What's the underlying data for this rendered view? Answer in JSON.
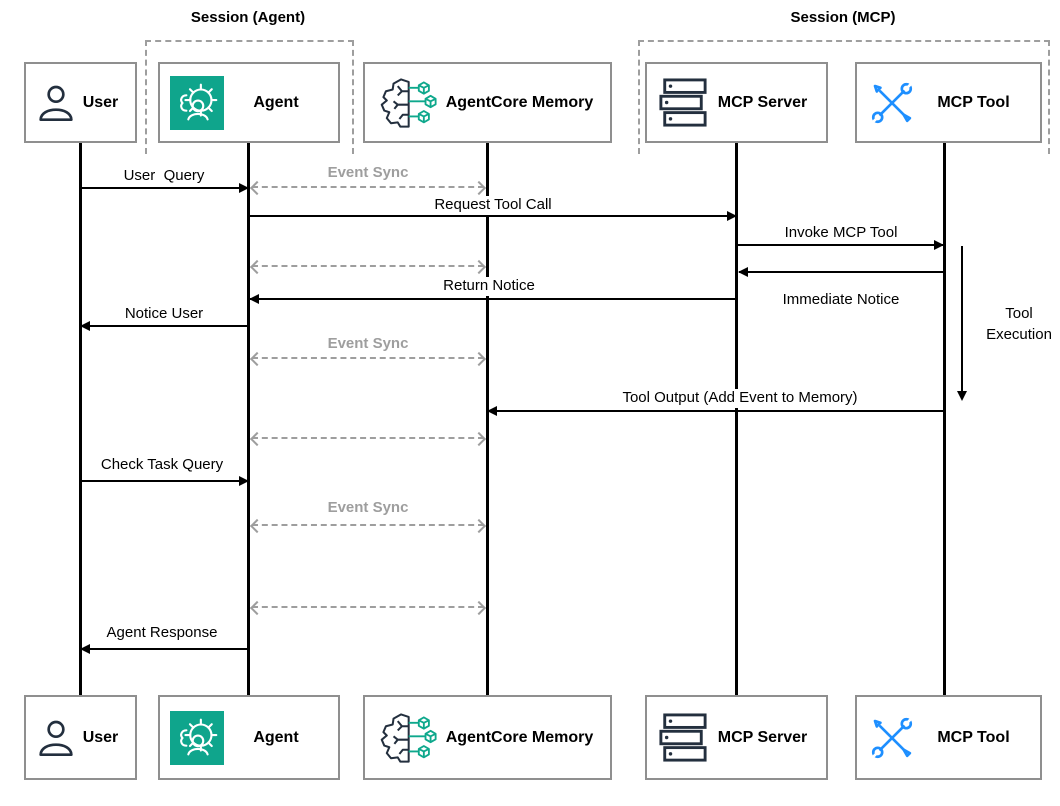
{
  "diagram": {
    "type": "sequence-diagram",
    "sessions": [
      {
        "label": "Session (Agent)",
        "contains": [
          "Agent"
        ]
      },
      {
        "label": "Session (MCP)",
        "contains": [
          "MCP Server",
          "MCP Tool"
        ]
      }
    ],
    "actors": [
      {
        "id": "user",
        "label": "User",
        "icon": "person-icon"
      },
      {
        "id": "agent",
        "label": "Agent",
        "icon": "agent-brain-gear-icon"
      },
      {
        "id": "memory",
        "label": "AgentCore Memory",
        "icon": "brain-cubes-icon"
      },
      {
        "id": "mcp_server",
        "label": "MCP Server",
        "icon": "server-stack-icon"
      },
      {
        "id": "mcp_tool",
        "label": "MCP Tool",
        "icon": "crossed-tools-icon"
      }
    ],
    "messages": [
      {
        "label": "User  Query",
        "from": "User",
        "to": "Agent",
        "style": "solid"
      },
      {
        "label": "Event Sync",
        "from": "Agent",
        "to": "AgentCore Memory",
        "style": "dashed",
        "bidirectional": true
      },
      {
        "label": "Request Tool Call",
        "from": "Agent",
        "to": "MCP Server",
        "style": "solid"
      },
      {
        "label": "Invoke MCP Tool",
        "from": "MCP Server",
        "to": "MCP Tool",
        "style": "solid"
      },
      {
        "label": "",
        "from": "Agent",
        "to": "AgentCore Memory",
        "style": "dashed",
        "bidirectional": true
      },
      {
        "label": "Immediate Notice",
        "from": "MCP Tool",
        "to": "MCP Server",
        "style": "solid",
        "label_position": "below"
      },
      {
        "label": "Return Notice",
        "from": "MCP Server",
        "to": "Agent",
        "style": "solid"
      },
      {
        "label": "Notice User",
        "from": "Agent",
        "to": "User",
        "style": "solid"
      },
      {
        "label": "Event Sync",
        "from": "Agent",
        "to": "AgentCore Memory",
        "style": "dashed",
        "bidirectional": true
      },
      {
        "label": "Tool Output (Add Event to Memory)",
        "from": "MCP Tool",
        "to": "AgentCore Memory",
        "style": "solid"
      },
      {
        "label": "Tool\nExecution",
        "from": "MCP Tool",
        "to": "MCP Tool",
        "style": "execution-span"
      },
      {
        "label": "",
        "from": "Agent",
        "to": "AgentCore Memory",
        "style": "dashed",
        "bidirectional": true
      },
      {
        "label": "Check Task Query",
        "from": "User",
        "to": "Agent",
        "style": "solid"
      },
      {
        "label": "Event Sync",
        "from": "Agent",
        "to": "AgentCore Memory",
        "style": "dashed",
        "bidirectional": true
      },
      {
        "label": "",
        "from": "Agent",
        "to": "AgentCore Memory",
        "style": "dashed",
        "bidirectional": true
      },
      {
        "label": "Agent Response",
        "from": "Agent",
        "to": "User",
        "style": "solid"
      }
    ],
    "colors": {
      "agent_teal": "#0FA58C",
      "memory_cube_teal": "#0EA88C",
      "tool_blue": "#1E8FFF",
      "icon_dark": "#232F3E",
      "dashed_gray": "#9E9E9E",
      "line_black": "#000000",
      "box_border_gray": "#8F8F8F"
    }
  }
}
